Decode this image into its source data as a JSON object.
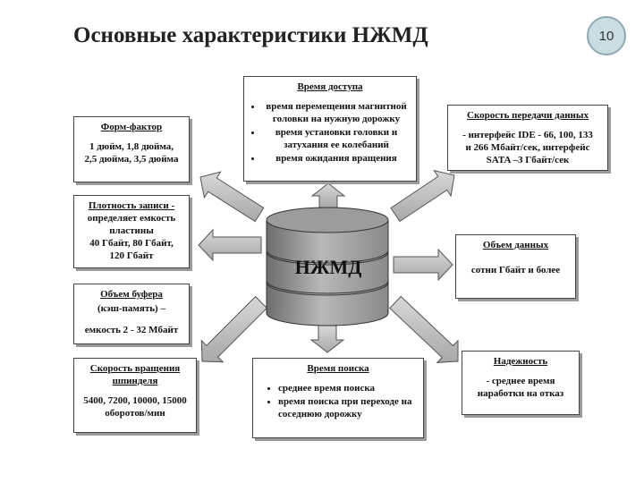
{
  "slide": {
    "title": "Основные характеристики НЖМД",
    "page_number": "10"
  },
  "center": {
    "label": "НЖМД"
  },
  "access_time": {
    "heading": "Время доступа",
    "items": [
      "время перемещения магнитной головки на нужную дорожку",
      "время установки головки и затухания ее колебаний",
      "время ожидания вращения"
    ]
  },
  "form_factor": {
    "heading": "Форм-фактор",
    "lines": [
      "1 дюйм, 1,8 дюйма,",
      "2,5 дюйма, 3,5 дюйма"
    ]
  },
  "transfer_speed": {
    "heading": "Скорость передачи данных",
    "lines": [
      "- интерфейс IDE - 66, 100, 133",
      "и 266 Мбайт/сек, интерфейс",
      "SATA –3 Гбайт/сек"
    ]
  },
  "density": {
    "heading": "Плотность записи -",
    "lines": [
      "определяет емкость",
      "пластины",
      "40 Гбайт, 80 Гбайт,",
      "120 Гбайт"
    ]
  },
  "data_volume": {
    "heading": "Объем данных",
    "lines": [
      "сотни Гбайт и более"
    ]
  },
  "buffer": {
    "heading": "Объем буфера",
    "lines": [
      "(кэш-память) –",
      "емкость 2 - 32 Мбайт"
    ]
  },
  "rotation": {
    "heading": "Скорость вращения",
    "lines": [
      "шпинделя",
      "5400, 7200, 10000, 15000",
      "оборотов/мин"
    ]
  },
  "seek_time": {
    "heading": "Время поиска",
    "items": [
      "среднее время поиска",
      "время поиска при переходе на соседнюю дорожку"
    ]
  },
  "reliability": {
    "heading": "Надежность",
    "lines": [
      "- среднее время",
      "наработки на отказ"
    ]
  }
}
